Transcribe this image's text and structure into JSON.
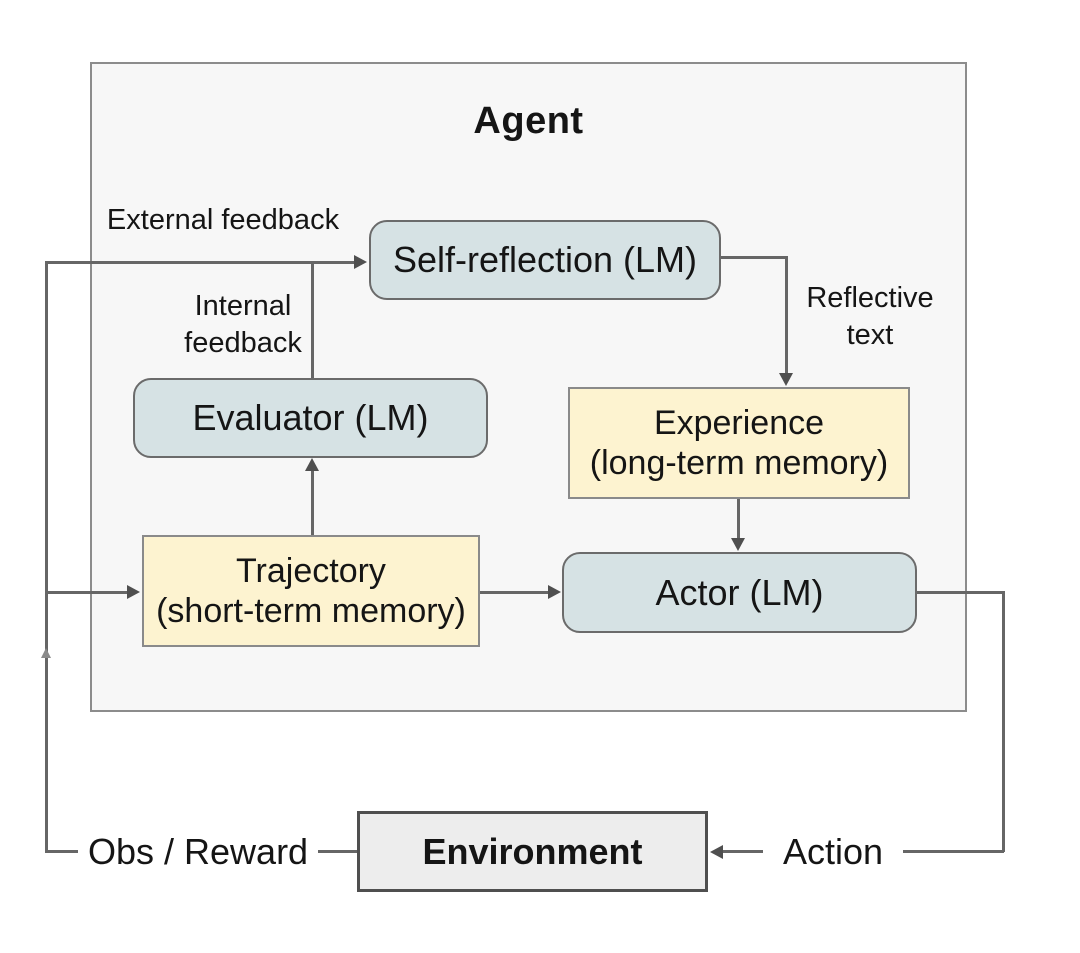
{
  "title": "Agent",
  "nodes": {
    "self_reflection": {
      "label": "Self-reflection (LM)"
    },
    "evaluator": {
      "label": "Evaluator (LM)"
    },
    "experience": {
      "label": "Experience",
      "sublabel": "(long-term memory)"
    },
    "trajectory": {
      "label": "Trajectory",
      "sublabel": "(short-term memory)"
    },
    "actor": {
      "label": "Actor (LM)"
    },
    "environment": {
      "label": "Environment"
    }
  },
  "edge_labels": {
    "external_feedback": "External feedback",
    "internal_feedback": {
      "line1": "Internal",
      "line2": "feedback"
    },
    "reflective_text": {
      "line1": "Reflective",
      "line2": "text"
    },
    "obs_reward": "Obs / Reward",
    "action": "Action"
  },
  "colors": {
    "lm_node_fill": "#d6e2e4",
    "memory_node_fill": "#fdf3d0",
    "environment_fill": "#ededed",
    "agent_container_fill": "#f7f7f7",
    "node_border": "#6b6b6b",
    "environment_border": "#4f4f4f",
    "connector_line": "#666666",
    "arrowhead": "#4f4f4f",
    "text": "#151515",
    "background": "#ffffff"
  }
}
